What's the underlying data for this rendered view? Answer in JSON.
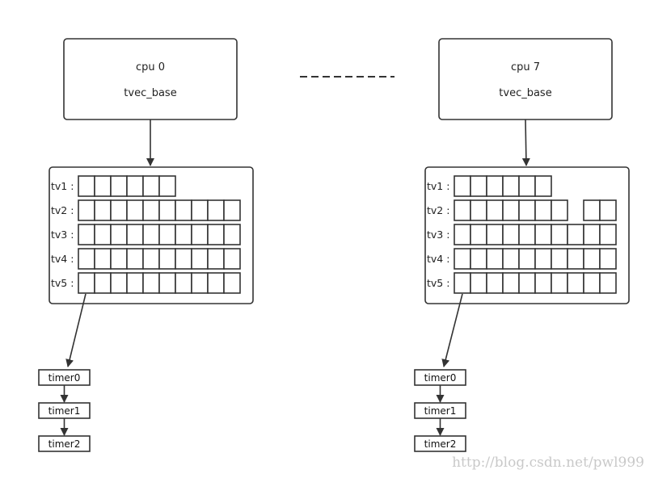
{
  "colors": {
    "stroke": "#333333",
    "text": "#222222",
    "watermark": "#c9c9c9",
    "background": "#ffffff"
  },
  "cpus": [
    {
      "title": "cpu 0",
      "subtitle": "tvec_base",
      "rows": [
        {
          "label": "tv1 :",
          "cells": 6,
          "extra_cells": 0
        },
        {
          "label": "tv2 :",
          "cells": 10,
          "extra_cells": 0
        },
        {
          "label": "tv3 :",
          "cells": 10,
          "extra_cells": 0
        },
        {
          "label": "tv4 :",
          "cells": 10,
          "extra_cells": 0
        },
        {
          "label": "tv5 :",
          "cells": 10,
          "extra_cells": 0
        }
      ],
      "timers": [
        "timer0",
        "timer1",
        "timer2"
      ]
    },
    {
      "title": "cpu 7",
      "subtitle": "tvec_base",
      "rows": [
        {
          "label": "tv1 :",
          "cells": 6,
          "extra_cells": 0
        },
        {
          "label": "tv2 :",
          "cells": 7,
          "extra_cells": 2
        },
        {
          "label": "tv3 :",
          "cells": 10,
          "extra_cells": 0
        },
        {
          "label": "tv4 :",
          "cells": 10,
          "extra_cells": 0
        },
        {
          "label": "tv5 :",
          "cells": 10,
          "extra_cells": 0
        }
      ],
      "timers": [
        "timer0",
        "timer1",
        "timer2"
      ]
    }
  ],
  "watermark": "http://blog.csdn.net/pwl999"
}
